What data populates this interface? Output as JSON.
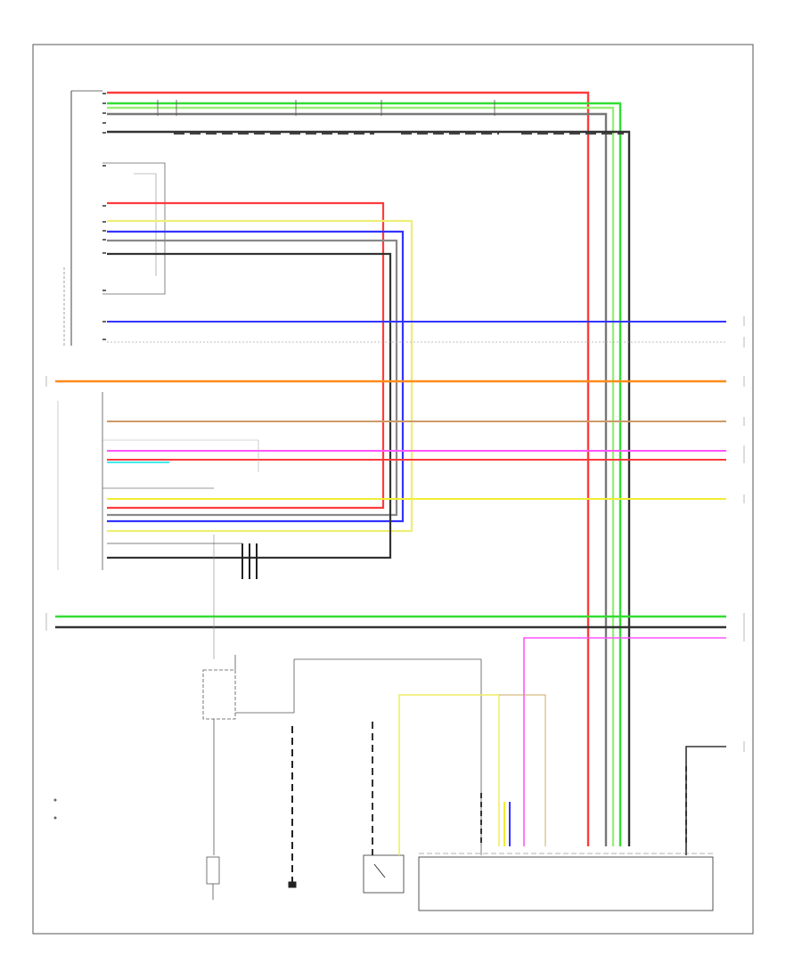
{
  "diagram": {
    "footer_code": "",
    "colors": {
      "red": "#ff3b3b",
      "green": "#33dd33",
      "gray": "#777777",
      "black": "#222222",
      "blue": "#3333ff",
      "yellow": "#eeee33",
      "tan": "#cc9966",
      "orange": "#ff8c1a",
      "magenta": "#ff44ff",
      "cyan": "#00e5e5",
      "lightgreen": "#99ff66"
    },
    "notes": [
      "",
      ""
    ],
    "components": [
      {
        "id": "top-module",
        "label": ""
      },
      {
        "id": "module-left-2",
        "label": ""
      },
      {
        "id": "junction-block",
        "label": ""
      },
      {
        "id": "bottom-module",
        "label": ""
      },
      {
        "id": "relay-box",
        "label": ""
      },
      {
        "id": "ground-1",
        "label": ""
      },
      {
        "id": "ground-2",
        "label": ""
      },
      {
        "id": "switch-1",
        "label": ""
      }
    ]
  }
}
